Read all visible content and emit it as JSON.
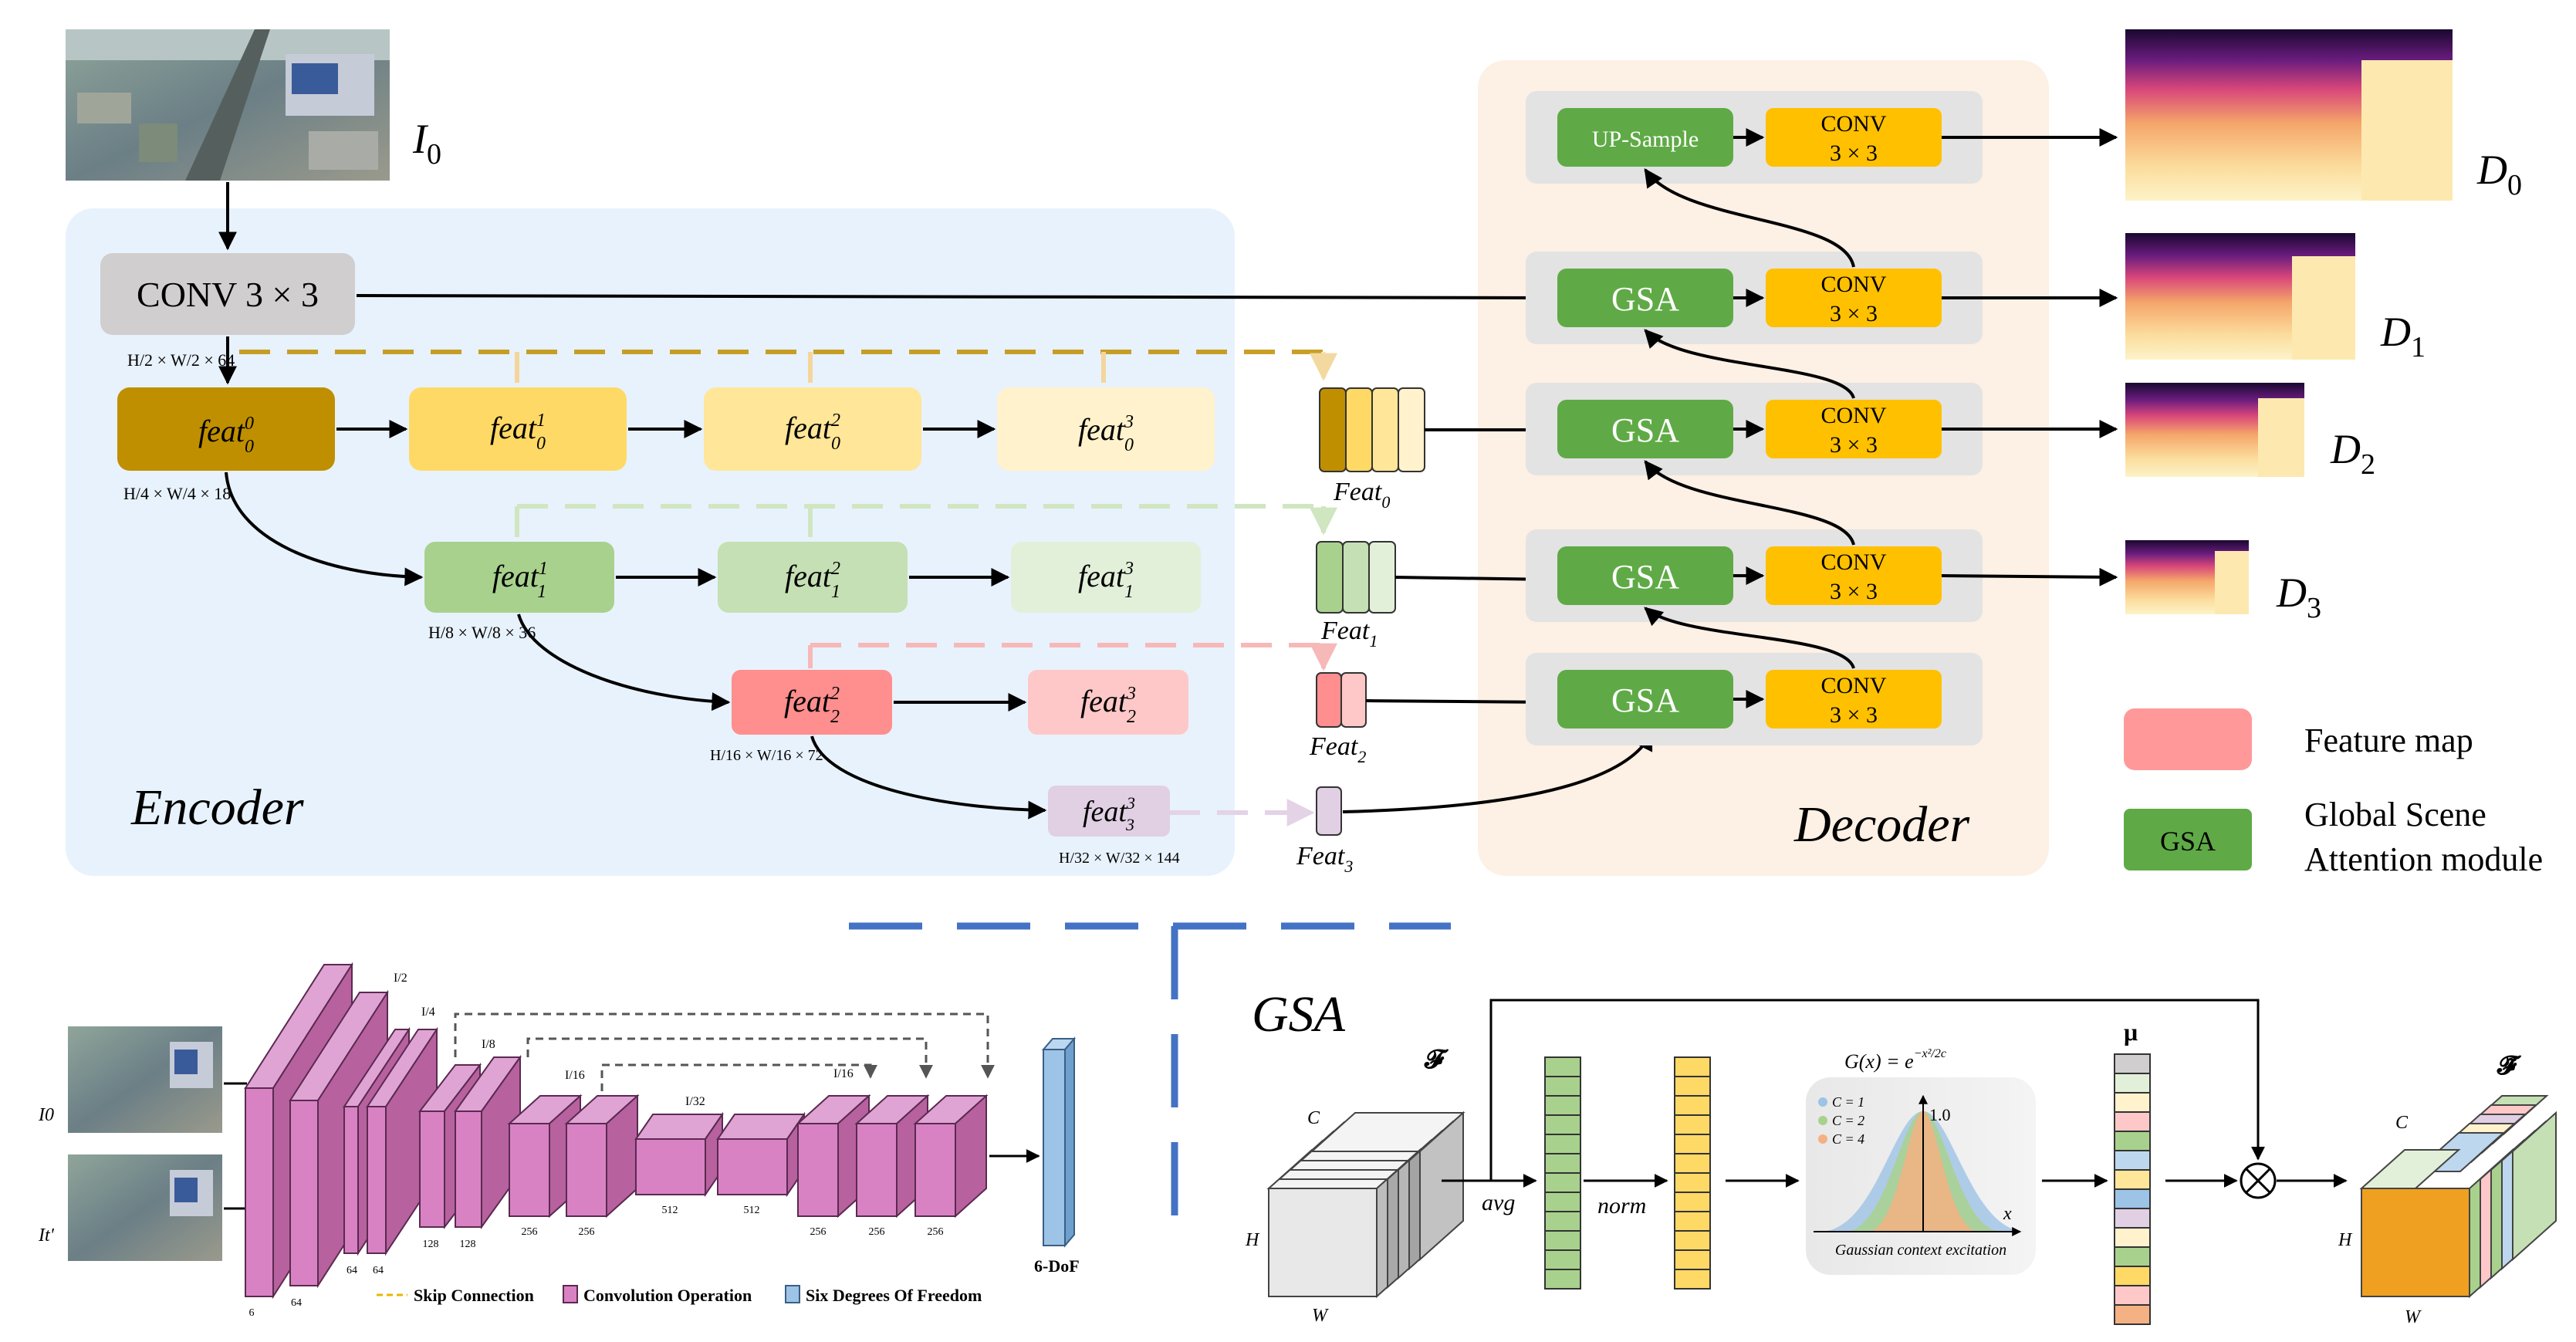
{
  "top": {
    "input_label_sym": "I",
    "input_label_sub": "0",
    "encoder_label": "Encoder",
    "decoder_label": "Decoder",
    "conv_label": "CONV 3 × 3",
    "conv_size": "H/2 × W/2 × 64",
    "feats": [
      {
        "base": "feat",
        "sub": "0",
        "sup": "0"
      },
      {
        "base": "feat",
        "sub": "0",
        "sup": "1"
      },
      {
        "base": "feat",
        "sub": "0",
        "sup": "2"
      },
      {
        "base": "feat",
        "sub": "0",
        "sup": "3"
      },
      {
        "base": "feat",
        "sub": "1",
        "sup": "1"
      },
      {
        "base": "feat",
        "sub": "1",
        "sup": "2"
      },
      {
        "base": "feat",
        "sub": "1",
        "sup": "3"
      },
      {
        "base": "feat",
        "sub": "2",
        "sup": "2"
      },
      {
        "base": "feat",
        "sub": "2",
        "sup": "3"
      },
      {
        "base": "feat",
        "sub": "3",
        "sup": "3"
      }
    ],
    "size_labels": [
      "H/4 × W/4 × 18",
      "H/8 × W/8 × 36",
      "H/16 × W/16 × 72",
      "H/32 × W/32 × 144"
    ],
    "Feat_labels": [
      {
        "base": "Feat",
        "sub": "0"
      },
      {
        "base": "Feat",
        "sub": "1"
      },
      {
        "base": "Feat",
        "sub": "2"
      },
      {
        "base": "Feat",
        "sub": "3"
      }
    ],
    "upsample_label": "UP-Sample",
    "gsa_label": "GSA",
    "conv_line1": "CONV",
    "conv_line2": "3 × 3",
    "depth_labels": [
      {
        "base": "D",
        "sub": "0"
      },
      {
        "base": "D",
        "sub": "1"
      },
      {
        "base": "D",
        "sub": "2"
      },
      {
        "base": "D",
        "sub": "3"
      }
    ],
    "legend": {
      "feature_map": "Feature map",
      "gsa_box": "GSA",
      "gsa_line1": "Global Scene",
      "gsa_line2": "Attention module"
    }
  },
  "bottom_left": {
    "input0": "I0",
    "input_t": "It'",
    "scales": [
      "I/2",
      "I/4",
      "I/8",
      "I/16",
      "I/32",
      "I/16"
    ],
    "channels": [
      "6",
      "64",
      "64",
      "64",
      "128",
      "128",
      "256",
      "256",
      "512",
      "512",
      "256",
      "256",
      "256"
    ],
    "output_label": "6-DoF",
    "legend": {
      "skip": "Skip Connection",
      "conv": "Convolution Operation",
      "six_dof": "Six Degrees Of Freedom"
    }
  },
  "bottom_right": {
    "title": "GSA",
    "F_label": "𝓕",
    "F_tilde_label": "𝓕̃",
    "dims": {
      "C": "C",
      "H": "H",
      "W": "W"
    },
    "avg": "avg",
    "norm": "norm",
    "mu": "μ",
    "gauss_formula": "G(x) = e",
    "gauss_exp": "−x²/2c",
    "gauss_peak": "1.0",
    "gauss_x": "x",
    "gauss_legend": [
      "C = 1",
      "C = 2",
      "C = 4"
    ],
    "gauss_caption": "Gaussian context excitation"
  },
  "colors": {
    "encoder_bg": "#e8f2fc",
    "decoder_bg": "#fdf0e4",
    "gsa_green": "#5faa46",
    "conv_yellow": "#ffc000",
    "feat0": "#bf8f00",
    "feat1": "#a9d18e",
    "feat2": "#ff8e8e",
    "feat3": "#e1cfe4",
    "divider_blue": "#4472c4",
    "cnn_pink": "#d882c4",
    "dof_blue": "#9dc3e6"
  }
}
